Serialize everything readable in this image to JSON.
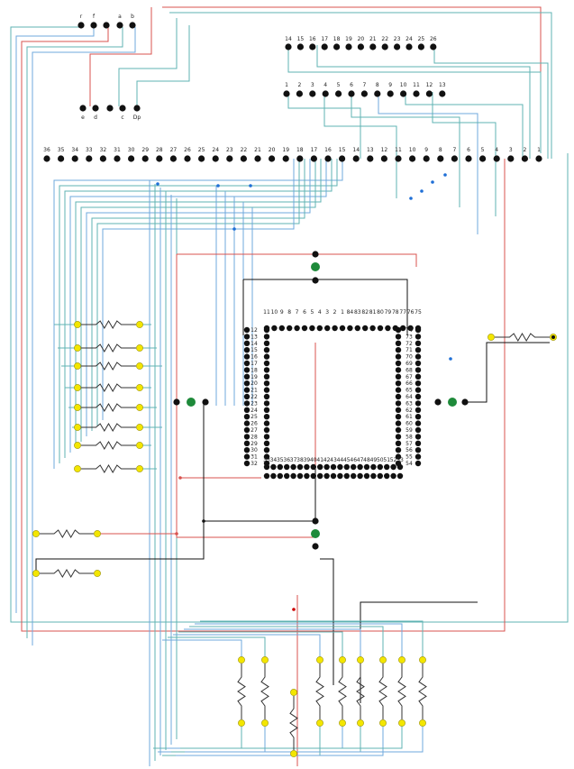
{
  "colors": {
    "wire_red": "#d9534f",
    "wire_teal": "#5fb3b3",
    "wire_blue": "#6fa8dc",
    "wire_black": "#111111",
    "pin": "#111111",
    "pad_yellow": "#f3e600",
    "led_green": "#1e8a3a",
    "junction_blue": "#1f6fd6"
  },
  "top_left_header": {
    "top_labels": [
      "r",
      "f",
      "",
      "a",
      "b"
    ],
    "bottom_labels": [
      "e",
      "d",
      "",
      "c",
      "Dp"
    ]
  },
  "top_right_header": {
    "row1": [
      "14",
      "15",
      "16",
      "17",
      "18",
      "19",
      "20",
      "21",
      "22",
      "23",
      "24",
      "25",
      "26"
    ],
    "row2": [
      "1",
      "2",
      "3",
      "4",
      "5",
      "6",
      "7",
      "8",
      "9",
      "10",
      "11",
      "12",
      "13"
    ]
  },
  "long_header": {
    "labels": [
      "36",
      "35",
      "34",
      "33",
      "32",
      "31",
      "30",
      "29",
      "28",
      "27",
      "26",
      "25",
      "24",
      "23",
      "22",
      "21",
      "20",
      "19",
      "18",
      "17",
      "16",
      "15",
      "14",
      "13",
      "12",
      "11",
      "10",
      "9",
      "8",
      "7",
      "6",
      "5",
      "4",
      "3",
      "2",
      "1"
    ]
  },
  "chip": {
    "top_row": [
      "11",
      "10",
      "9",
      "8",
      "7",
      "6",
      "5",
      "4",
      "3",
      "2",
      "1",
      "84",
      "83",
      "82",
      "81",
      "80",
      "79",
      "78",
      "77",
      "76",
      "75"
    ],
    "left_col": [
      "12",
      "13",
      "14",
      "15",
      "16",
      "17",
      "18",
      "19",
      "20",
      "21",
      "22",
      "23",
      "24",
      "25",
      "26",
      "27",
      "28",
      "29",
      "30",
      "31",
      "32"
    ],
    "bottom_row": [
      "33",
      "34",
      "35",
      "36",
      "37",
      "38",
      "39",
      "40",
      "41",
      "42",
      "43",
      "44",
      "45",
      "46",
      "47",
      "48",
      "49",
      "50",
      "51",
      "52",
      "53"
    ],
    "right_col": [
      "74",
      "73",
      "72",
      "71",
      "70",
      "69",
      "68",
      "67",
      "66",
      "65",
      "64",
      "63",
      "62",
      "61",
      "60",
      "59",
      "58",
      "57",
      "56",
      "55",
      "54"
    ]
  }
}
